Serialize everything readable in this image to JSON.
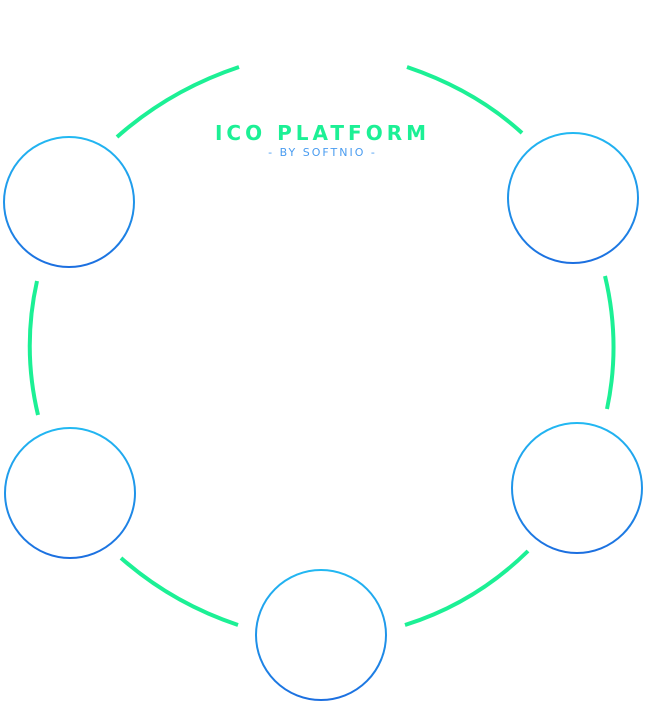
{
  "title": "ICO PLATFORM",
  "subtitle": "- BY SOFTNIO -",
  "colors": {
    "ring": "#1cf095",
    "title": "#1cf095",
    "subtitle": "#4a9cf0",
    "circle_dark": "#1c6fe0",
    "circle_light": "#22b8f2"
  },
  "nodes": [
    {
      "name": "node-top-left"
    },
    {
      "name": "node-top-right"
    },
    {
      "name": "node-middle-left"
    },
    {
      "name": "node-middle-right"
    },
    {
      "name": "node-bottom"
    }
  ]
}
